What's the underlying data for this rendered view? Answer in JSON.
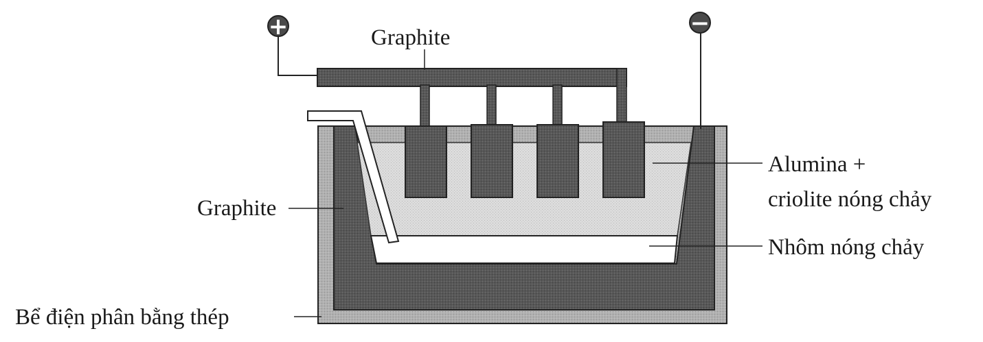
{
  "diagram": {
    "labels": {
      "graphite_top": "Graphite",
      "graphite_left": "Graphite",
      "electrolyte_line1": "Alumina +",
      "electrolyte_line2": "criolite nóng chảy",
      "molten_aluminum": "Nhôm nóng chảy",
      "steel_tank": "Bể điện phân bằng thép"
    },
    "terminals": {
      "positive": "+",
      "negative": "−"
    },
    "anode_count": 4,
    "colors": {
      "graphite": "#5a5a5a",
      "steel_tank": "#b4b4b4",
      "electrolyte": "#dedede",
      "molten_aluminum": "#ffffff",
      "outline": "#222222"
    }
  }
}
